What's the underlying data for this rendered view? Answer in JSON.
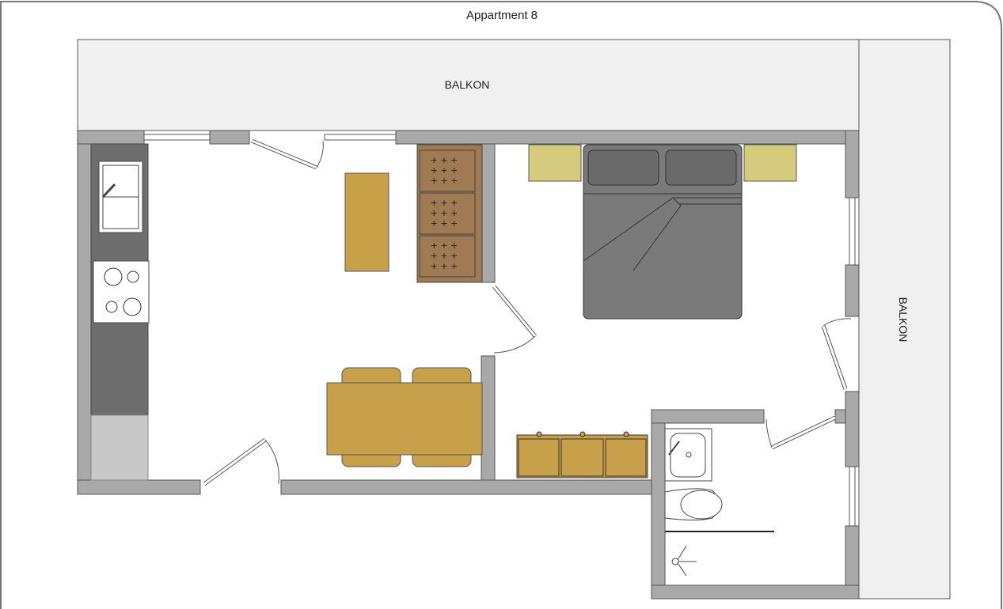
{
  "title": "Appartment 8",
  "balcony_top_label": "BALKON",
  "balcony_right_label": "BALKON",
  "colors": {
    "wall": "#a9a9a9",
    "balcony": "#f0f0f0",
    "wood": "#c9a04a",
    "sofa": "#a07a52",
    "bed": "#7a7a7a",
    "nightstand": "#d4cc7c",
    "counter": "#6e6e6e"
  }
}
